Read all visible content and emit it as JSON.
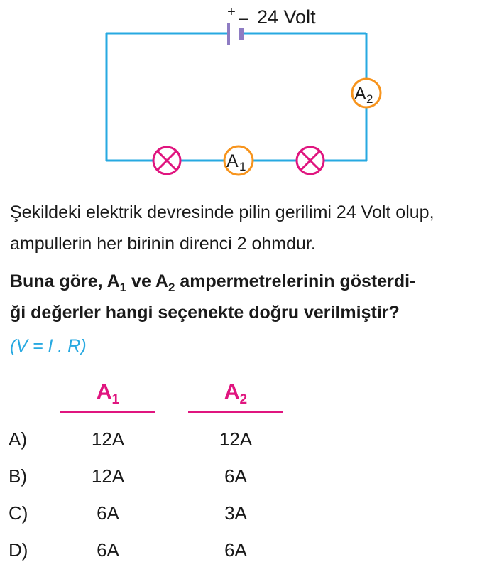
{
  "diagram": {
    "battery": {
      "plus": "+",
      "minus": "–",
      "voltage_label": "24 Volt"
    },
    "ammeter1": {
      "letter": "A",
      "sub": "1"
    },
    "ammeter2": {
      "letter": "A",
      "sub": "2"
    },
    "bulbs": [
      "lamp",
      "lamp"
    ],
    "colors": {
      "wire": "#27a9e1",
      "meter": "#f7941d",
      "lamp": "#e0157f",
      "battery": "#8e7cc3"
    }
  },
  "question": {
    "paragraph": "Şekildeki elektrik devresinde pilin gerilimi 24 Volt olup, ampullerin her birinin direnci 2 ohmdur.",
    "bold_prefix": "Buna göre, A",
    "sub1": "1",
    "mid": " ve A",
    "sub2": "2",
    "bold_suffix": " ampermetrelerinin gösterdi-",
    "bold_line2": "ği değerler hangi seçenekte doğru verilmiştir?",
    "formula": "(V = I . R)"
  },
  "table": {
    "col1": {
      "letter": "A",
      "sub": "1"
    },
    "col2": {
      "letter": "A",
      "sub": "2"
    },
    "options": [
      {
        "letter": "A)",
        "a1": "12A",
        "a2": "12A"
      },
      {
        "letter": "B)",
        "a1": "12A",
        "a2": "6A"
      },
      {
        "letter": "C)",
        "a1": "6A",
        "a2": "3A"
      },
      {
        "letter": "D)",
        "a1": "6A",
        "a2": "6A"
      }
    ]
  }
}
